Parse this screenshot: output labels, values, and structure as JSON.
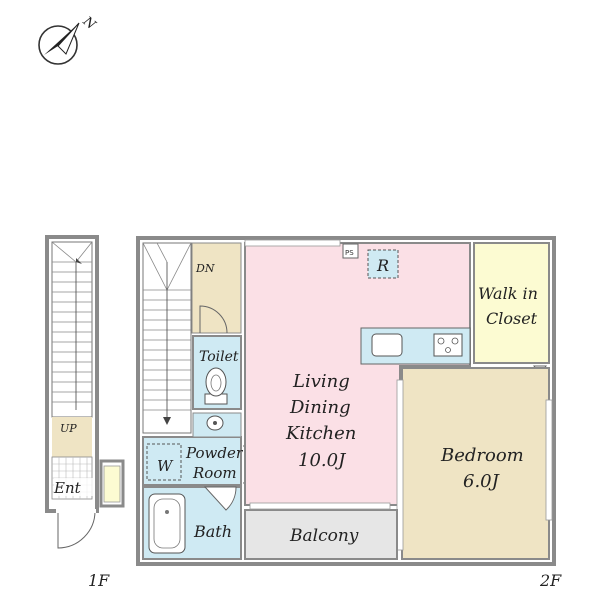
{
  "compass": {
    "north_label": "N"
  },
  "floors": {
    "first": "1F",
    "second": "2F"
  },
  "labels": {
    "dn": "DN",
    "up": "UP",
    "entrance": "Ent",
    "toilet": "Toilet",
    "powder_line1": "Powder",
    "powder_line2": "Room",
    "washer": "W",
    "bath": "Bath",
    "ldk_line1": "Living",
    "ldk_line2": "Dining",
    "ldk_line3": "Kitchen",
    "ldk_size": "10.0J",
    "fridge": "R",
    "ps": "PS",
    "closet_line1": "Walk in",
    "closet_line2": "Closet",
    "bedroom": "Bedroom",
    "bedroom_size": "6.0J",
    "balcony": "Balcony"
  },
  "colors": {
    "wall": "#8a8a8a",
    "ldk": "#fbe0e6",
    "bedroom": "#efe4c4",
    "closet": "#fcfbd2",
    "wet": "#cfeaf3",
    "corridor": "#efe4c4",
    "balcony": "#e6e6e6",
    "stairs": "#ffffff"
  }
}
